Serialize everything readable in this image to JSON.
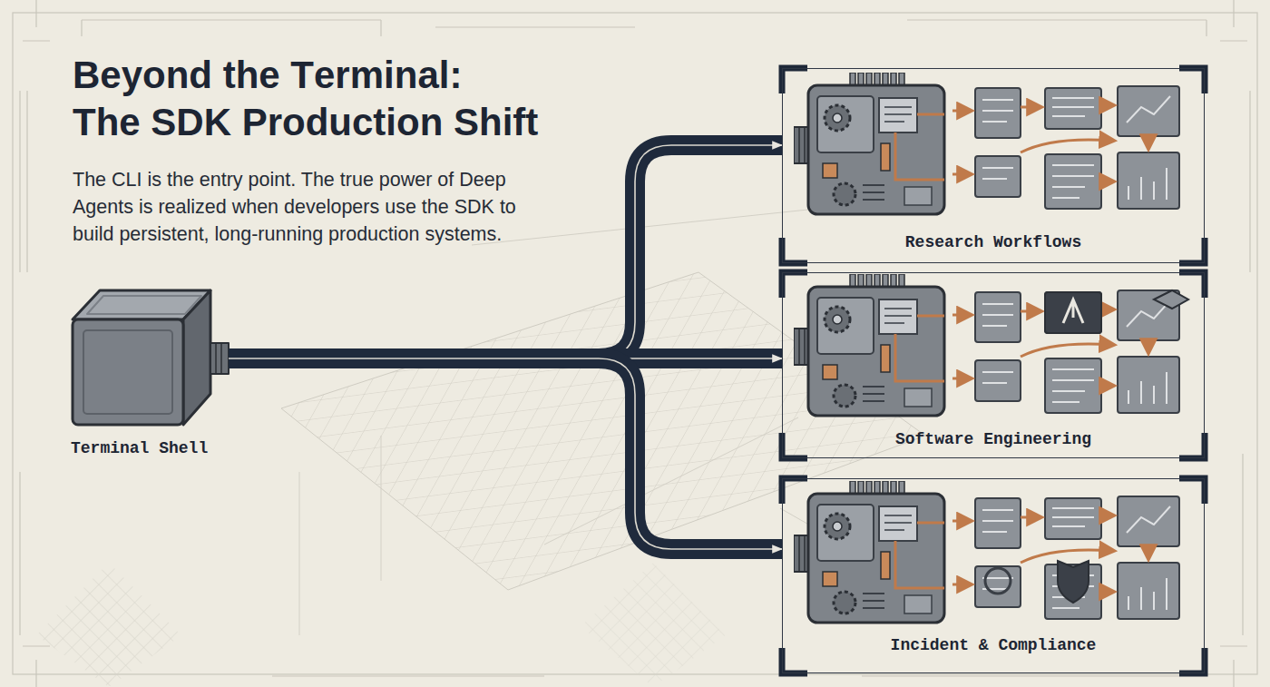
{
  "diagram": {
    "title": "Beyond the Terminal: The SDK Production Shift",
    "nodes": [
      {
        "text": [
          "Terminal Shell"
        ]
      },
      {
        "text": [
          "Research Workflows"
        ]
      },
      {
        "text": [
          "Software Engineering"
        ]
      },
      {
        "text": [
          "Incident & Compliance"
        ]
      }
    ],
    "edges": [
      {
        "from": 0,
        "to": 1,
        "arrow": "to"
      },
      {
        "from": 0,
        "to": 2,
        "arrow": "to"
      },
      {
        "from": 0,
        "to": 3,
        "arrow": "to"
      }
    ],
    "labels": [
      "The CLI is the entry point. The true power of Deep Agents is realized when developers use the SDK to build persistent, long-running production systems."
    ]
  }
}
